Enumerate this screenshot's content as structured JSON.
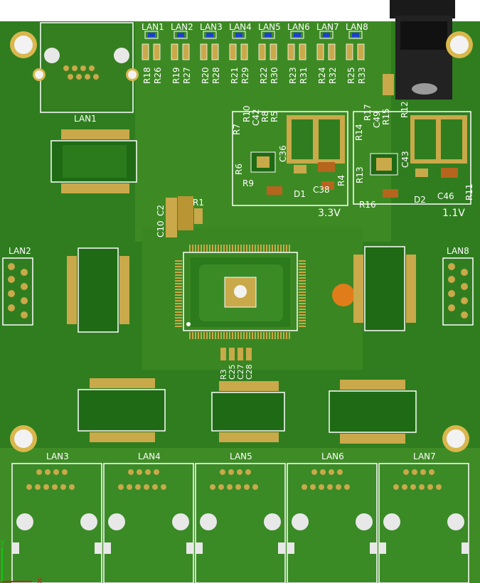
{
  "board": {
    "colors": {
      "board": "#2f7d1f",
      "copper_fill": "#4f9b2c",
      "trace": "#a9c63b",
      "pad": "#d7b54a",
      "silk": "#ffffff",
      "ic_body": "#1f6a14",
      "hole": "#e8e8e8",
      "led_blue": "#1d3fd6",
      "led_orange": "#ff7a1a"
    },
    "led_labels": [
      "LAN1",
      "LAN2",
      "LAN3",
      "LAN4",
      "LAN5",
      "LAN6",
      "LAN7",
      "LAN8"
    ],
    "resistor_pairs": [
      [
        "R18",
        "R26"
      ],
      [
        "R19",
        "R27"
      ],
      [
        "R20",
        "R28"
      ],
      [
        "R21",
        "R29"
      ],
      [
        "R22",
        "R30"
      ],
      [
        "R23",
        "R31"
      ],
      [
        "R24",
        "R32"
      ],
      [
        "R25",
        "R33"
      ]
    ],
    "top_jack_label": "LAN1",
    "left_header_label": "LAN2",
    "right_header_label": "LAN8",
    "bottom_jack_labels": [
      "LAN3",
      "LAN4",
      "LAN5",
      "LAN6",
      "LAN7"
    ],
    "reg_33": {
      "labels": [
        "R7",
        "R10",
        "C42",
        "R8",
        "R5",
        "C36",
        "R6",
        "R9",
        "C38",
        "D1",
        "R4"
      ],
      "voltage": "3.3V"
    },
    "reg_11": {
      "labels": [
        "R14",
        "R17",
        "C49",
        "R15",
        "R12",
        "C43",
        "R13",
        "R16",
        "D2",
        "C46",
        "R11"
      ],
      "voltage": "1.1V"
    },
    "cap_group_labels": [
      "C10",
      "C2",
      "R1"
    ],
    "center_cap_labels": [
      "R3",
      "C25",
      "C27",
      "C28"
    ],
    "axis_labels": [
      "Y",
      "X"
    ]
  }
}
